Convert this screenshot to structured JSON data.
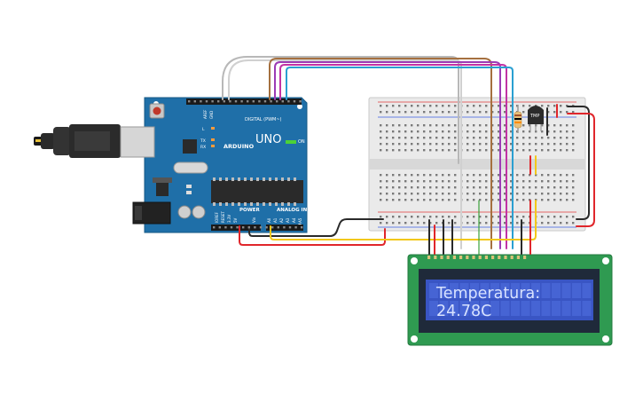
{
  "arduino": {
    "brand": "ARDUINO",
    "model": "UNO",
    "digital_label": "DIGITAL (PWM~)",
    "power_label": "POWER",
    "analog_label": "ANALOG IN",
    "on_label": "ON",
    "aref_label": "AREF",
    "gnd_label": "GND",
    "tx_label": "TX",
    "rx_label": "RX",
    "l_label": "L",
    "ioref_label": "IOREF",
    "reset_label": "RESET",
    "v33_label": "3.3V",
    "v5_label": "5V",
    "vin_label": "Vin",
    "a0_label": "A0",
    "a1_label": "A1",
    "a2_label": "A2",
    "a3_label": "A3",
    "a4_label": "A4",
    "a5_label": "A5",
    "body_color": "#1f6fa8",
    "dark_color": "#175985"
  },
  "sensor": {
    "label": "TMP"
  },
  "lcd": {
    "line1": "Temperatura:",
    "line2": "24.78C",
    "pcb_color": "#2f9a51",
    "screen_color": "#3955c4",
    "text_color": "#d8e2ff"
  },
  "wire_colors": {
    "black": "#2a2a2a",
    "red": "#e0262b",
    "yellow": "#f2c81a",
    "brown": "#a5703f",
    "purple": "#9c3bb5",
    "magenta": "#c233a5",
    "cyan": "#2a9fd1",
    "gray": "#b8b8b8",
    "green": "#3aa23a"
  }
}
